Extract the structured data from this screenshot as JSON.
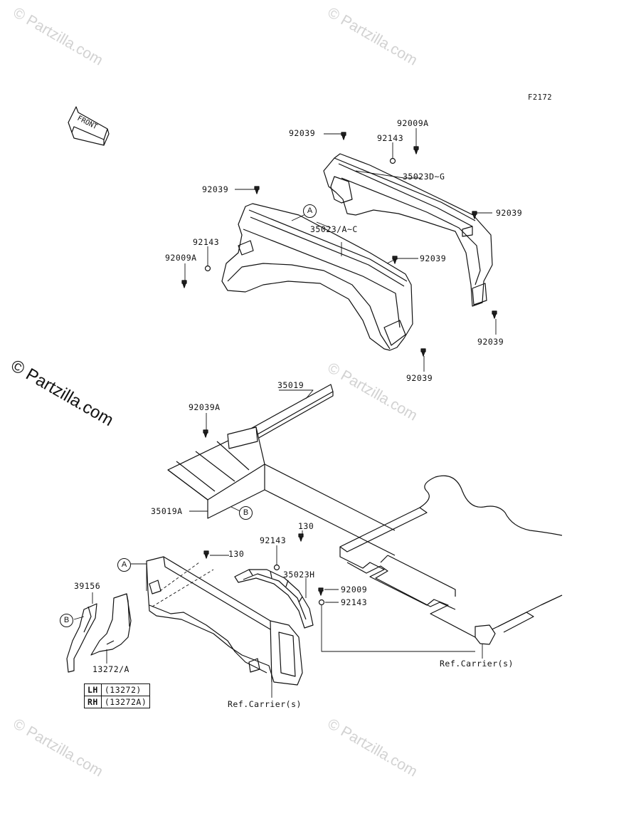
{
  "diagram_code": "F2172",
  "front_indicator": "FRONT",
  "watermarks": [
    "© Partzilla.com",
    "© Partzilla.com",
    "© Partzilla.com",
    "© Partzilla.com",
    "© Partzilla.com",
    "© Partzilla.com"
  ],
  "watermark_main": "© Partzilla.com",
  "callouts": {
    "a": "A",
    "b": "B"
  },
  "parts": {
    "p92039_top_rear": "92039",
    "p92009A_top": "92009A",
    "p92143_top": "92143",
    "p35023DG": "35023D~G",
    "p92039_left_front": "92039",
    "p35023AC": "35023/A~C",
    "p92143_left": "92143",
    "p92009A_left": "92009A",
    "p92039_right_rear": "92039",
    "p92039_front_mid": "92039",
    "p92039_rear_low": "92039",
    "p92039_front_low": "92039",
    "p35019": "35019",
    "p92039A": "92039A",
    "p35019A": "35019A",
    "p130_right": "130",
    "p92143_mid": "92143",
    "p130_left": "130",
    "p35023H": "35023H",
    "p92009": "92009",
    "p92143_low": "92143",
    "p39156": "39156",
    "p13272A": "13272/A",
    "ref_carrier_right": "Ref.Carrier(s)",
    "ref_carrier_left": "Ref.Carrier(s)"
  },
  "legend": [
    {
      "side": "LH",
      "code": "(13272)"
    },
    {
      "side": "RH",
      "code": "(13272A)"
    }
  ]
}
